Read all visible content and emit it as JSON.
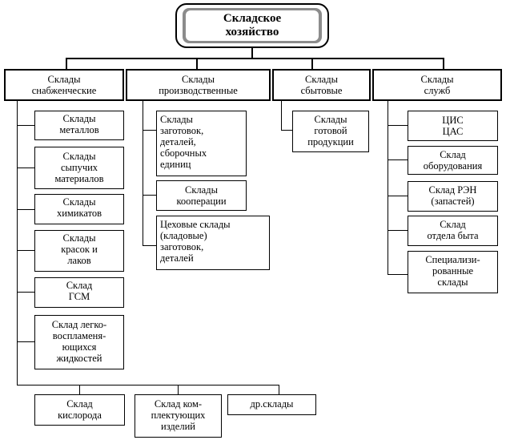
{
  "root": {
    "label": "Складское\nхозяйство"
  },
  "categories": [
    {
      "label": "Склады\nснабженческие"
    },
    {
      "label": "Склады\nпроизводственные"
    },
    {
      "label": "Склады\nсбытовые"
    },
    {
      "label": "Склады\nслужб"
    }
  ],
  "supply": [
    {
      "label": "Склады\nметаллов"
    },
    {
      "label": "Склады\nсыпучих\nматериалов"
    },
    {
      "label": "Склады\nхимикатов"
    },
    {
      "label": "Склады\nкрасок и\nлаков"
    },
    {
      "label": "Склад\nГСМ"
    },
    {
      "label": "Склад легко-\nвоспламеня-\nющихся\nжидкостей"
    }
  ],
  "bottom": [
    {
      "label": "Склад\nкислорода"
    },
    {
      "label": "Склад ком-\nплектующих\nизделий"
    },
    {
      "label": "др.склады"
    }
  ],
  "production": [
    {
      "label": "Склады\nзаготовок,\nдеталей,\nсборочных\nединиц"
    },
    {
      "label": "Склады\nкооперации"
    },
    {
      "label": "Цеховые склады\n(кладовые)\nзаготовок,\nдеталей"
    }
  ],
  "sales": [
    {
      "label": "Склады\nготовой\nпродукции"
    }
  ],
  "services": [
    {
      "label": "ЦИС\nЦАС"
    },
    {
      "label": "Склад\nоборудования"
    },
    {
      "label": "Склад РЭН\n(запастей)"
    },
    {
      "label": "Склад\nотдела быта"
    },
    {
      "label": "Специализи-\nрованные\nсклады"
    }
  ]
}
